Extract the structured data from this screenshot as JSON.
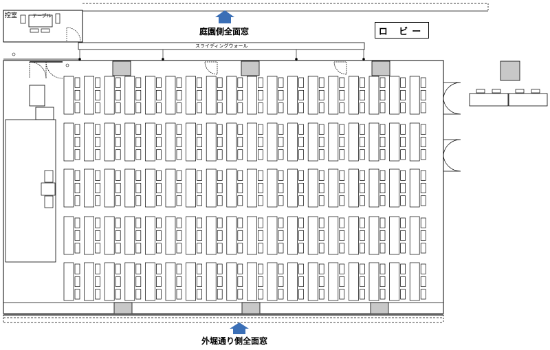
{
  "labels": {
    "garden_window": "庭園側全面窓",
    "street_window": "外堀通り側全面窓",
    "lobby": "ロ ビー",
    "sliding_wall": "スライディングウォール",
    "waiting_room": "控室",
    "table": "テーブル"
  },
  "colors": {
    "arrow": "#3b6fb6",
    "pillar": "#c8c8c8",
    "line": "#000000"
  },
  "icons": {
    "window_arrow": "up-arrow-icon",
    "pillar": "pillar-square",
    "door": "door-swing-arc"
  },
  "layout_summary": {
    "seat_rows": 5,
    "desk_columns": 18,
    "chairs_per_desk": 3
  }
}
